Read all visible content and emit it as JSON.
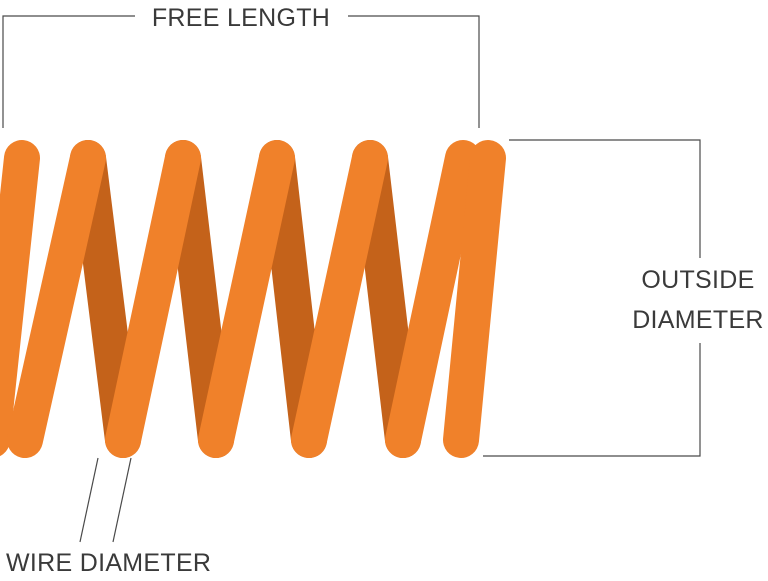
{
  "labels": {
    "free_length": "FREE LENGTH",
    "outside_diameter_line1": "OUTSIDE",
    "outside_diameter_line2": "DIAMETER",
    "wire_diameter": "WIRE DIAMETER"
  },
  "colors": {
    "coil_front": "#f0812a",
    "coil_back": "#c4621a",
    "dimension_line": "#4a4a4a",
    "label_text": "#3a3a3a",
    "background": "#ffffff"
  }
}
